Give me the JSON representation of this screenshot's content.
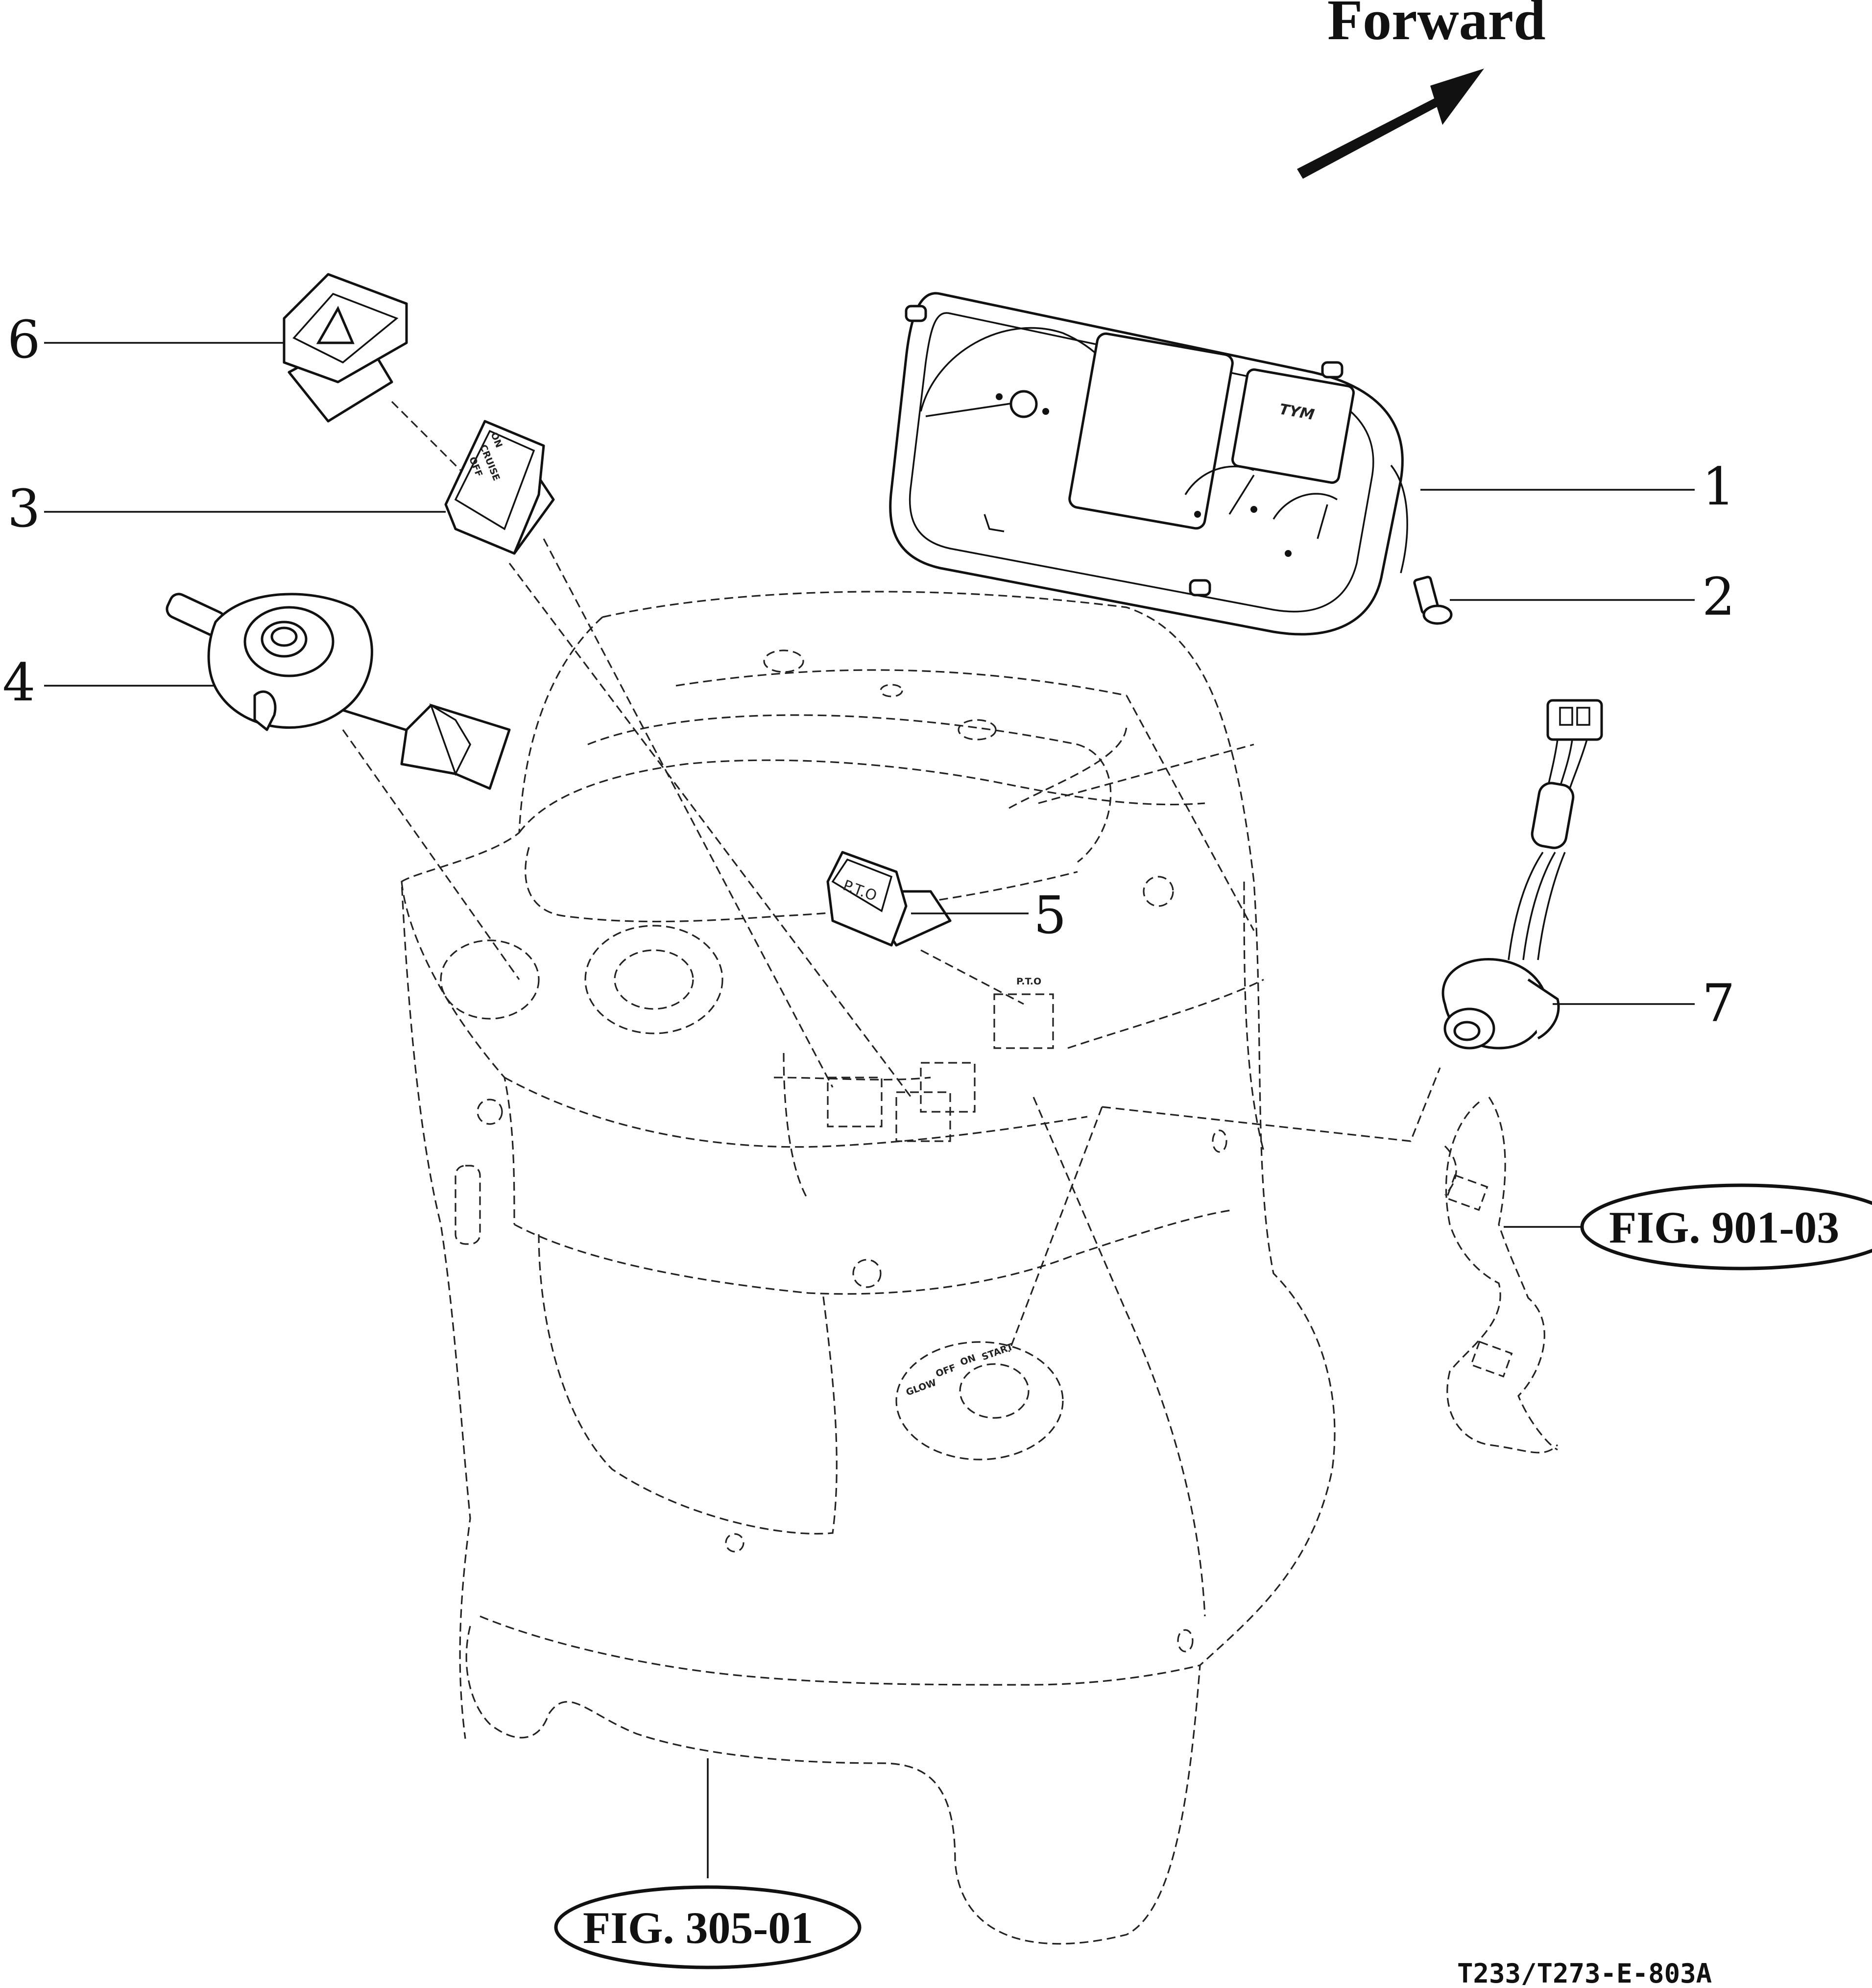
{
  "heading": "Forward",
  "drawing_id": "T233/T273-E-803A",
  "figure_refs": {
    "panel": "FIG. 305-01",
    "harness": "FIG. 901-03"
  },
  "callouts": [
    {
      "number": "1",
      "part": "instrument-cluster"
    },
    {
      "number": "2",
      "part": "screw"
    },
    {
      "number": "3",
      "part": "cruise-switch"
    },
    {
      "number": "4",
      "part": "combination-switch"
    },
    {
      "number": "5",
      "part": "pto-switch"
    },
    {
      "number": "6",
      "part": "hazard-switch"
    },
    {
      "number": "7",
      "part": "ignition-switch"
    }
  ],
  "part_labels": {
    "cruise_on": "ON",
    "cruise_name": "CRUISE",
    "cruise_off": "OFF",
    "pto_switch": "P.T.O",
    "pto_panel": "P.T.O",
    "ignition_glow": "GLOW",
    "ignition_off": "OFF",
    "ignition_on": "ON",
    "ignition_start": "START",
    "cluster_logo": "TYM"
  }
}
